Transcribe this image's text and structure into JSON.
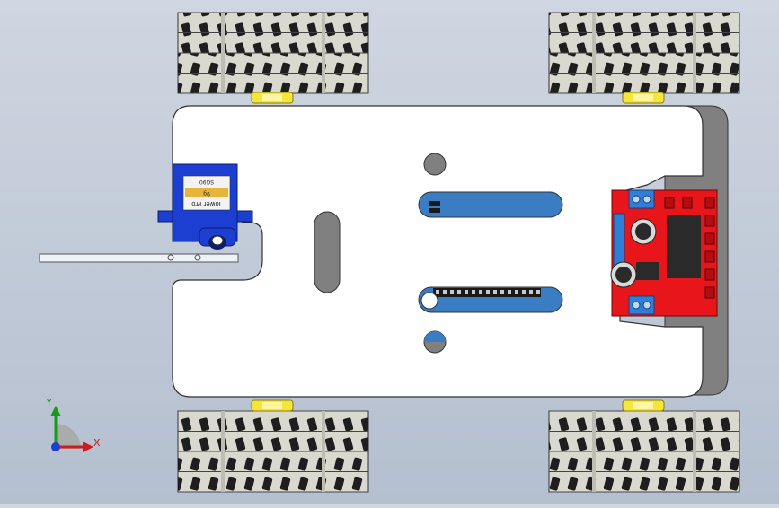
{
  "scene": {
    "type": "cad-assembly-top-view",
    "background": {
      "top": "#cfd6e1",
      "bottom": "#b4bfcf"
    },
    "colors": {
      "chassis": "#ffffff",
      "chassis_shadow": "#7f7f7f",
      "tire": "#d9d9d0",
      "tire_slot": "#1e1e1e",
      "motor": "#f5e63c",
      "slot_blue": "#3a7dc2",
      "servo_blue": "#1c3fd1",
      "servo_label": "#e8b43a",
      "driver_red": "#e8161b",
      "terminal_blue": "#2f7fd8"
    }
  },
  "servo": {
    "icon": "servo-motor-icon",
    "label_line1": "Tower Pro",
    "label_line2": "SG90",
    "label_line3": "9g"
  },
  "motor_driver": {
    "icon": "motor-driver-board-icon"
  },
  "axis_triad": {
    "icon": "coordinate-axes-icon",
    "x_label": "X",
    "y_label": "Y",
    "x_color": "#d11a1a",
    "y_color": "#1a9a1a",
    "origin_color": "#1a3fd1"
  }
}
